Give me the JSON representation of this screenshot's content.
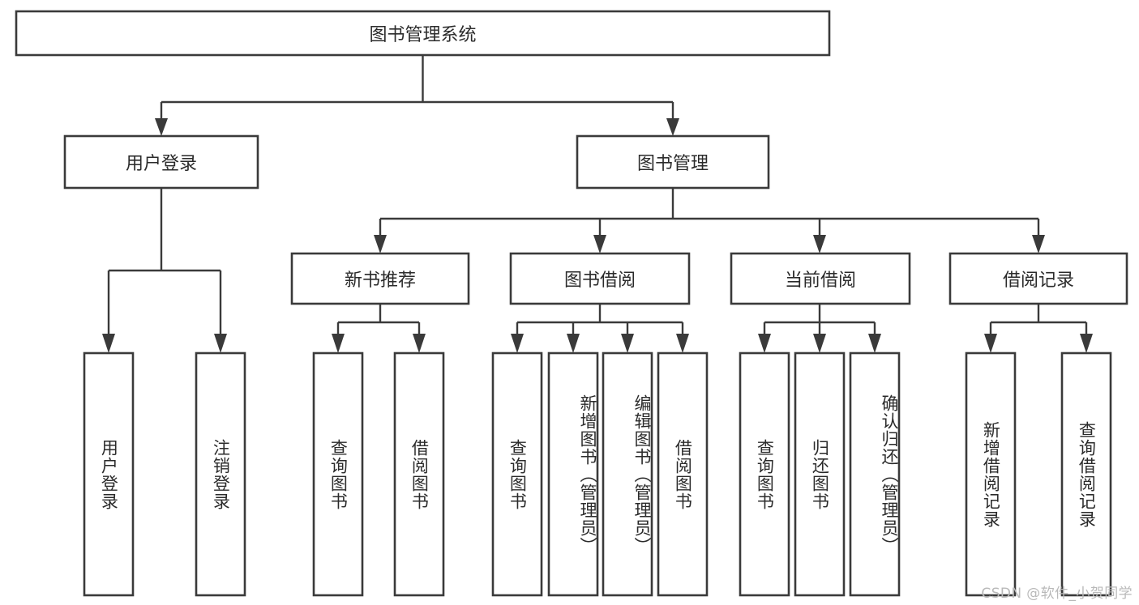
{
  "diagram": {
    "kind": "tree-hierarchy-diagram",
    "title": "图书管理系统",
    "watermark": "CSDN @软件_小贺同学",
    "colors": {
      "background": "#ffffff",
      "stroke": "#3a3a3a",
      "box_fill": "#ffffff",
      "text": "#2b2b2b",
      "watermark_text": "#b9b9b9"
    },
    "root": {
      "id": "root",
      "label": "图书管理系统",
      "orientation": "horizontal"
    },
    "level2": [
      {
        "id": "user-login",
        "label": "用户登录",
        "orientation": "horizontal",
        "children": [
          {
            "id": "user-login-do",
            "label": "用户登录",
            "orientation": "vertical"
          },
          {
            "id": "user-logout",
            "label": "注销登录",
            "orientation": "vertical"
          }
        ]
      },
      {
        "id": "book-management",
        "label": "图书管理",
        "orientation": "horizontal",
        "children": [
          {
            "id": "new-book-recommend",
            "label": "新书推荐",
            "orientation": "horizontal",
            "children": [
              {
                "id": "query-book-1",
                "label": "查询图书",
                "orientation": "vertical"
              },
              {
                "id": "borrow-book-1",
                "label": "借阅图书",
                "orientation": "vertical"
              }
            ]
          },
          {
            "id": "book-borrow",
            "label": "图书借阅",
            "orientation": "horizontal",
            "children": [
              {
                "id": "query-book-2",
                "label": "查询图书",
                "orientation": "vertical"
              },
              {
                "id": "add-book-admin",
                "label": "新增图书（管理员）",
                "orientation": "vertical"
              },
              {
                "id": "edit-book-admin",
                "label": "编辑图书（管理员）",
                "orientation": "vertical"
              },
              {
                "id": "borrow-book-2",
                "label": "借阅图书",
                "orientation": "vertical"
              }
            ]
          },
          {
            "id": "current-borrow",
            "label": "当前借阅",
            "orientation": "horizontal",
            "children": [
              {
                "id": "query-book-3",
                "label": "查询图书",
                "orientation": "vertical"
              },
              {
                "id": "return-book",
                "label": "归还图书",
                "orientation": "vertical"
              },
              {
                "id": "confirm-return-admin",
                "label": "确认归还（管理员）",
                "orientation": "vertical"
              }
            ]
          },
          {
            "id": "borrow-record",
            "label": "借阅记录",
            "orientation": "horizontal",
            "children": [
              {
                "id": "add-borrow-record",
                "label": "新增借阅记录",
                "orientation": "vertical"
              },
              {
                "id": "query-borrow-record",
                "label": "查询借阅记录",
                "orientation": "vertical"
              }
            ]
          }
        ]
      }
    ]
  }
}
